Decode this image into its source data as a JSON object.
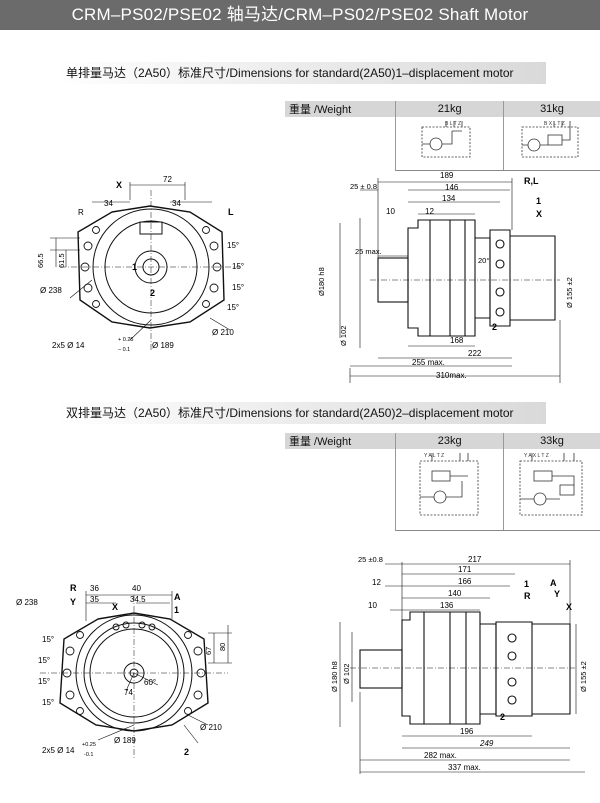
{
  "header": {
    "title": "CRM–PS02/PSE02 轴马达/CRM–PS02/PSE02 Shaft Motor"
  },
  "section1": {
    "heading": "单排量马达（2A50）标准尺寸/Dimensions for standard(2A50)1–displacement motor",
    "weight_label": "重量 /Weight",
    "weights": [
      "21kg",
      "31kg"
    ],
    "front_view": {
      "X": "X",
      "R": "R",
      "L": "L",
      "d72": "72",
      "d34a": "34",
      "d34b": "34",
      "d66_5": "66.5",
      "d61_5": "61.5",
      "a15_1": "15°",
      "a15_2": "15°",
      "a15_3": "15°",
      "a15_4": "15°",
      "port1": "1",
      "port2": "2",
      "d238": "Ø 238",
      "d210": "Ø 210",
      "d189": "Ø 189",
      "holes": "2x5 Ø 14",
      "tol_up": "+ 0.25",
      "tol_dn": "– 0.1"
    },
    "side_view": {
      "d189": "189",
      "d25": "25 ± 0.8",
      "d146": "146",
      "d134": "134",
      "d10": "10",
      "d12": "12",
      "RL": "R,L",
      "one": "1",
      "X": "X",
      "d25max": "25 max.",
      "a20": "20°",
      "d180": "Ø180 h8",
      "d155": "Ø 155 ±2",
      "d102": "Ø 102",
      "two": "2",
      "d168": "168",
      "d222": "222",
      "d255": "255 max.",
      "d310": "310max."
    }
  },
  "section2": {
    "heading": "双排量马达（2A50）标准尺寸/Dimensions for standard(2A50)2–displacement motor",
    "weight_label": "重量 /Weight",
    "weights": [
      "23kg",
      "33kg"
    ],
    "front_view": {
      "R": "R",
      "Y": "Y",
      "X": "X",
      "A": "A",
      "one": "1",
      "two": "2",
      "d36": "36",
      "d40": "40",
      "d35": "35",
      "d34_5": "34.5",
      "d238": "Ø 238",
      "a15_1": "15°",
      "a15_2": "15°",
      "a15_3": "15°",
      "a15_4": "15°",
      "d67": "67",
      "d80": "80",
      "a60": "60°",
      "d74": "74",
      "d210": "Ø 210",
      "d189": "Ø 189",
      "holes": "2x5 Ø 14",
      "tol_up": "+0.25",
      "tol_dn": "-0.1"
    },
    "side_view": {
      "d25": "25 ±0.8",
      "d217": "217",
      "d171": "171",
      "d12": "12",
      "d166": "166",
      "d140": "140",
      "d10": "10",
      "d136": "136",
      "one": "1",
      "A": "A",
      "R": "R",
      "Y": "Y",
      "X": "X",
      "d180": "Ø 180 h8",
      "d102": "Ø 102",
      "d155": "Ø 155 ±2",
      "two": "2",
      "d196": "196",
      "d249": "249",
      "d282": "282 max.",
      "d337": "337 max."
    }
  },
  "colors": {
    "title_bg": "#6b6b6b",
    "header_bg": "#d6d6d6",
    "line": "#111111"
  }
}
